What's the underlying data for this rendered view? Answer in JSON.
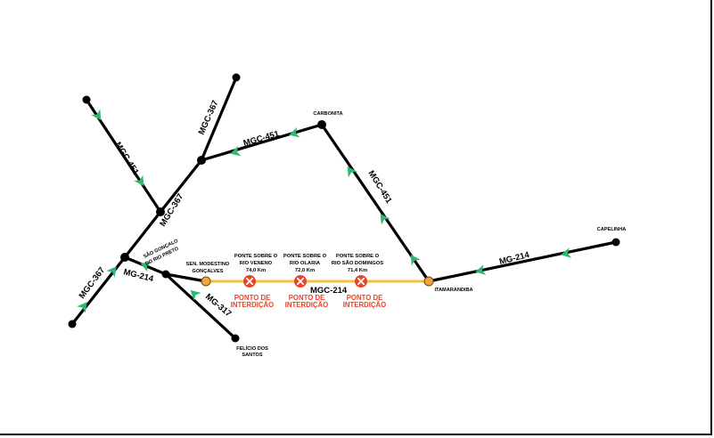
{
  "roads": {
    "mgc451_nw": "MGC-451",
    "mgc451_top": "MGC-451",
    "mgc451_east": "MGC-451",
    "mgc367_north": "MGC-367",
    "mgc367_mid": "MGC-367",
    "mgc367_sw": "MGC-367",
    "mg214_west": "MG-214",
    "mgc214_center": "MGC-214",
    "mg214_east": "MG-214",
    "mg317": "MG-317"
  },
  "cities": {
    "carbonita": "CARBONITA",
    "capelinha": "CAPELINHA",
    "itamarandiba": "ITAMARANDIBA",
    "sen_modestino_1": "SEN. MODESTINO",
    "sen_modestino_2": "GONÇALVES",
    "sao_goncalo_1": "SÃO GONÇALO",
    "sao_goncalo_2": "DO RIO PRETO",
    "felicio_1": "FELÍCIO DOS",
    "felicio_2": "SANTOS"
  },
  "bridges": [
    {
      "line1": "PONTE SOBRE O",
      "line2": "RIO VENENO",
      "km": "74,0 Km"
    },
    {
      "line1": "PONTE SOBRE O",
      "line2": "RIO OLARIA",
      "km": "72,0 Km"
    },
    {
      "line1": "PONTE SOBRE O",
      "line2": "RIO SÃO DOMINGOS",
      "km": "71,4 Km"
    }
  ],
  "interdiction": {
    "line1": "PONTO DE",
    "line2": "INTERDIÇÃO"
  },
  "colors": {
    "road": "#000000",
    "closed_segment": "#f2c23a",
    "direction_arrow": "#2fb870",
    "interdiction": "#e8442a",
    "town_marker": "#f0a640"
  }
}
